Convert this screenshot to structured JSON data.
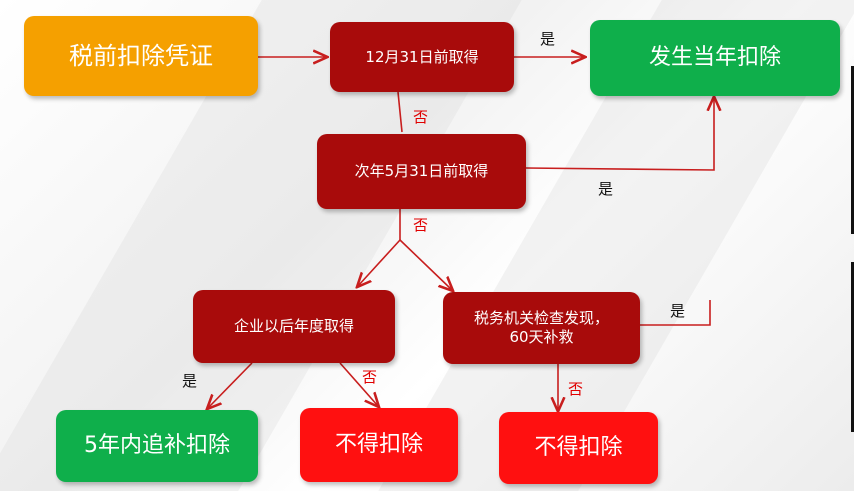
{
  "nodes": {
    "voucher": "税前扣除凭证",
    "dec31": "12月31日前取得",
    "deduct_current": "发生当年扣除",
    "may31": "次年5月31日前取得",
    "later_years": "企业以后年度取得",
    "tax_check": "税务机关检查发现，\n60天补救",
    "deduct_5yr": "5年内追补扣除",
    "no_deduct_left": "不得扣除",
    "no_deduct_right": "不得扣除"
  },
  "labels": {
    "yes1": "是",
    "no1": "否",
    "yes2": "是",
    "no2": "否",
    "yes3": "是",
    "yes4": "是",
    "no3": "否",
    "no4": "否"
  },
  "colors": {
    "orange": "#f5a000",
    "green": "#0faf4b",
    "dark_red": "#a80b0b",
    "red": "#ff1010",
    "arrow": "#c81e1e"
  }
}
